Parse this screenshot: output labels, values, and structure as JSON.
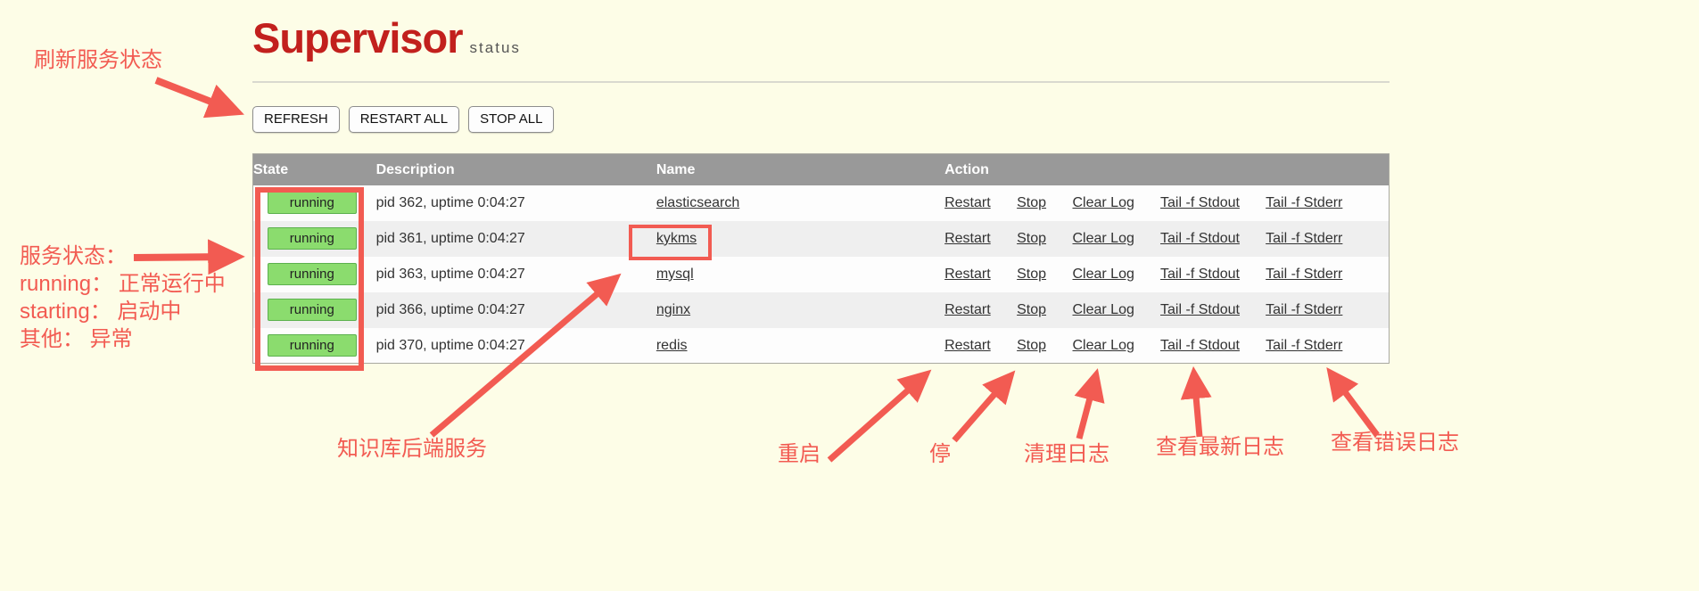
{
  "page": {
    "title": "Supervisor",
    "subtitle": "status"
  },
  "toolbar": {
    "refresh_label": "REFRESH",
    "restart_all_label": "RESTART ALL",
    "stop_all_label": "STOP ALL"
  },
  "table": {
    "headers": [
      "State",
      "Description",
      "Name",
      "Action"
    ],
    "action_labels": [
      "Restart",
      "Stop",
      "Clear Log",
      "Tail -f Stdout",
      "Tail -f Stderr"
    ],
    "rows": [
      {
        "state": "running",
        "description": "pid 362, uptime 0:04:27",
        "name": "elasticsearch"
      },
      {
        "state": "running",
        "description": "pid 361, uptime 0:04:27",
        "name": "kykms"
      },
      {
        "state": "running",
        "description": "pid 363, uptime 0:04:27",
        "name": "mysql"
      },
      {
        "state": "running",
        "description": "pid 366, uptime 0:04:27",
        "name": "nginx"
      },
      {
        "state": "running",
        "description": "pid 370, uptime 0:04:27",
        "name": "redis"
      }
    ]
  },
  "annotations": {
    "refresh_note": "刷新服务状态",
    "status_legend": [
      "服务状态：",
      "running： 正常运行中",
      "starting： 启动中",
      "其他： 异常"
    ],
    "kykms_note": "知识库后端服务",
    "restart_note": "重启",
    "stop_note": "停",
    "clear_log_note": "清理日志",
    "stdout_note": "查看最新日志",
    "stderr_note": "查看错误日志"
  },
  "colors": {
    "annotation_red": "#f25b52",
    "running_green": "#8bdc6e",
    "header_gray": "#999999",
    "logo_red": "#c2201d",
    "page_background": "#fdfde7"
  },
  "status_values": {
    "running": "running"
  }
}
